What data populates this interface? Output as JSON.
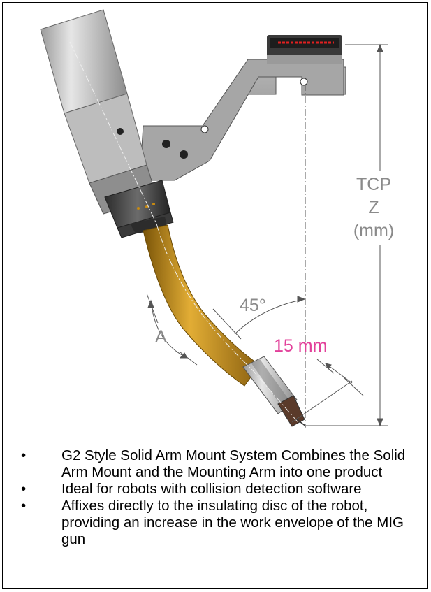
{
  "labels": {
    "tcp_line1": "TCP",
    "tcp_line2": "Z",
    "tcp_line3": "(mm)",
    "angle": "45°",
    "dimension_a": "A",
    "offset": "15 mm"
  },
  "bullet_glyph": "•",
  "bullets": [
    "G2 Style Solid Arm Mount System Combines the Solid Arm Mount and the Mounting Arm into one product",
    "Ideal for robots with collision detection software",
    "Affixes directly to the insulating disc of the robot, providing an increase in the work envelope of the MIG gun"
  ],
  "colors": {
    "neck": "#c8951e",
    "body": "#c9c9c9",
    "dimension_lines": "#555555",
    "offset_label": "#e2409a",
    "laser": "#e02020"
  }
}
